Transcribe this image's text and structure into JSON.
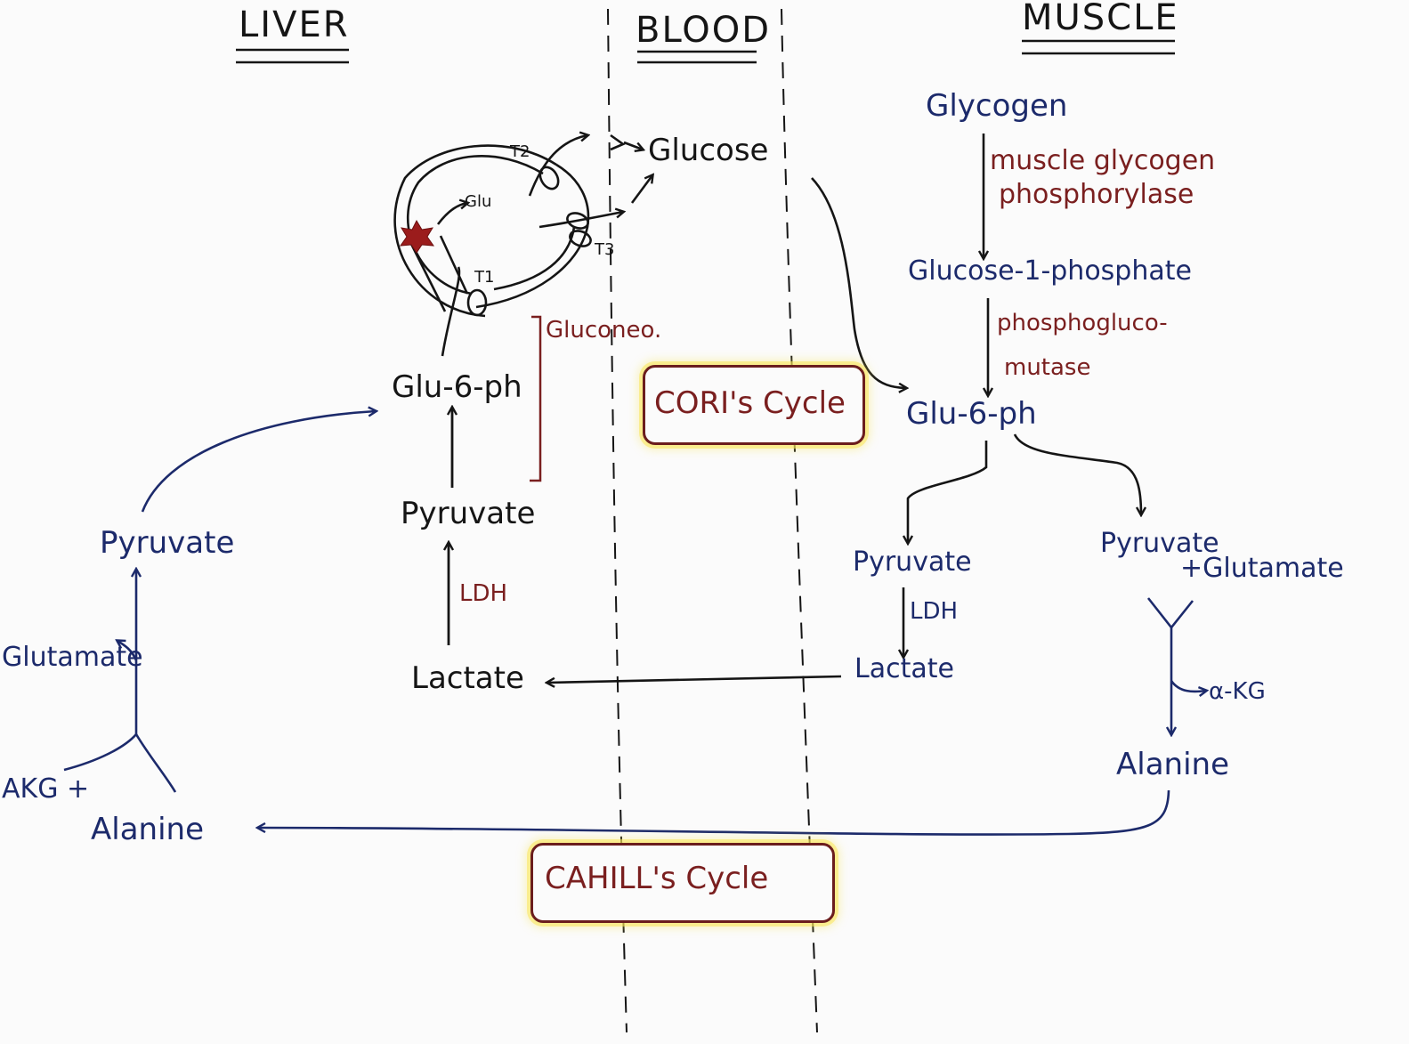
{
  "columns": {
    "liver": "LIVER",
    "blood": "BLOOD",
    "muscle": "MUSCLE"
  },
  "liver": {
    "glu_short": "Glu",
    "t1": "T1",
    "t2": "T2",
    "t3": "T3",
    "gluconeo": "Gluconeo.",
    "glu6ph": "Glu-6-ph",
    "pyruvate": "Pyruvate",
    "ldh": "LDH",
    "lactate": "Lactate",
    "cahill_pyruvate": "Pyruvate",
    "cahill_glutamate": "Glutamate",
    "cahill_akg": "AKG +",
    "cahill_alanine": "Alanine"
  },
  "blood": {
    "glucose": "Glucose",
    "cori_cycle": "CORI's Cycle",
    "cahill_cycle": "CAHILL's Cycle"
  },
  "muscle": {
    "glycogen": "Glycogen",
    "enzyme_phosphorylase_1": "muscle glycogen",
    "enzyme_phosphorylase_2": "phosphorylase",
    "glucose1p": "Glucose-1-phosphate",
    "enzyme_mutase_1": "phosphogluco-",
    "enzyme_mutase_2": "mutase",
    "glu6ph": "Glu-6-ph",
    "pyruvate": "Pyruvate",
    "ldh": "LDH",
    "lactate": "Lactate",
    "pyruvate_glu_1": "Pyruvate",
    "pyruvate_glu_2": "+Glutamate",
    "akg": "α-KG",
    "alanine": "Alanine"
  },
  "colors": {
    "ink_navy": "#1c2a6b",
    "ink_maroon": "#7a1f1f",
    "ink_black": "#151515",
    "highlight": "#fae65a",
    "star": "#9b1c1c"
  }
}
